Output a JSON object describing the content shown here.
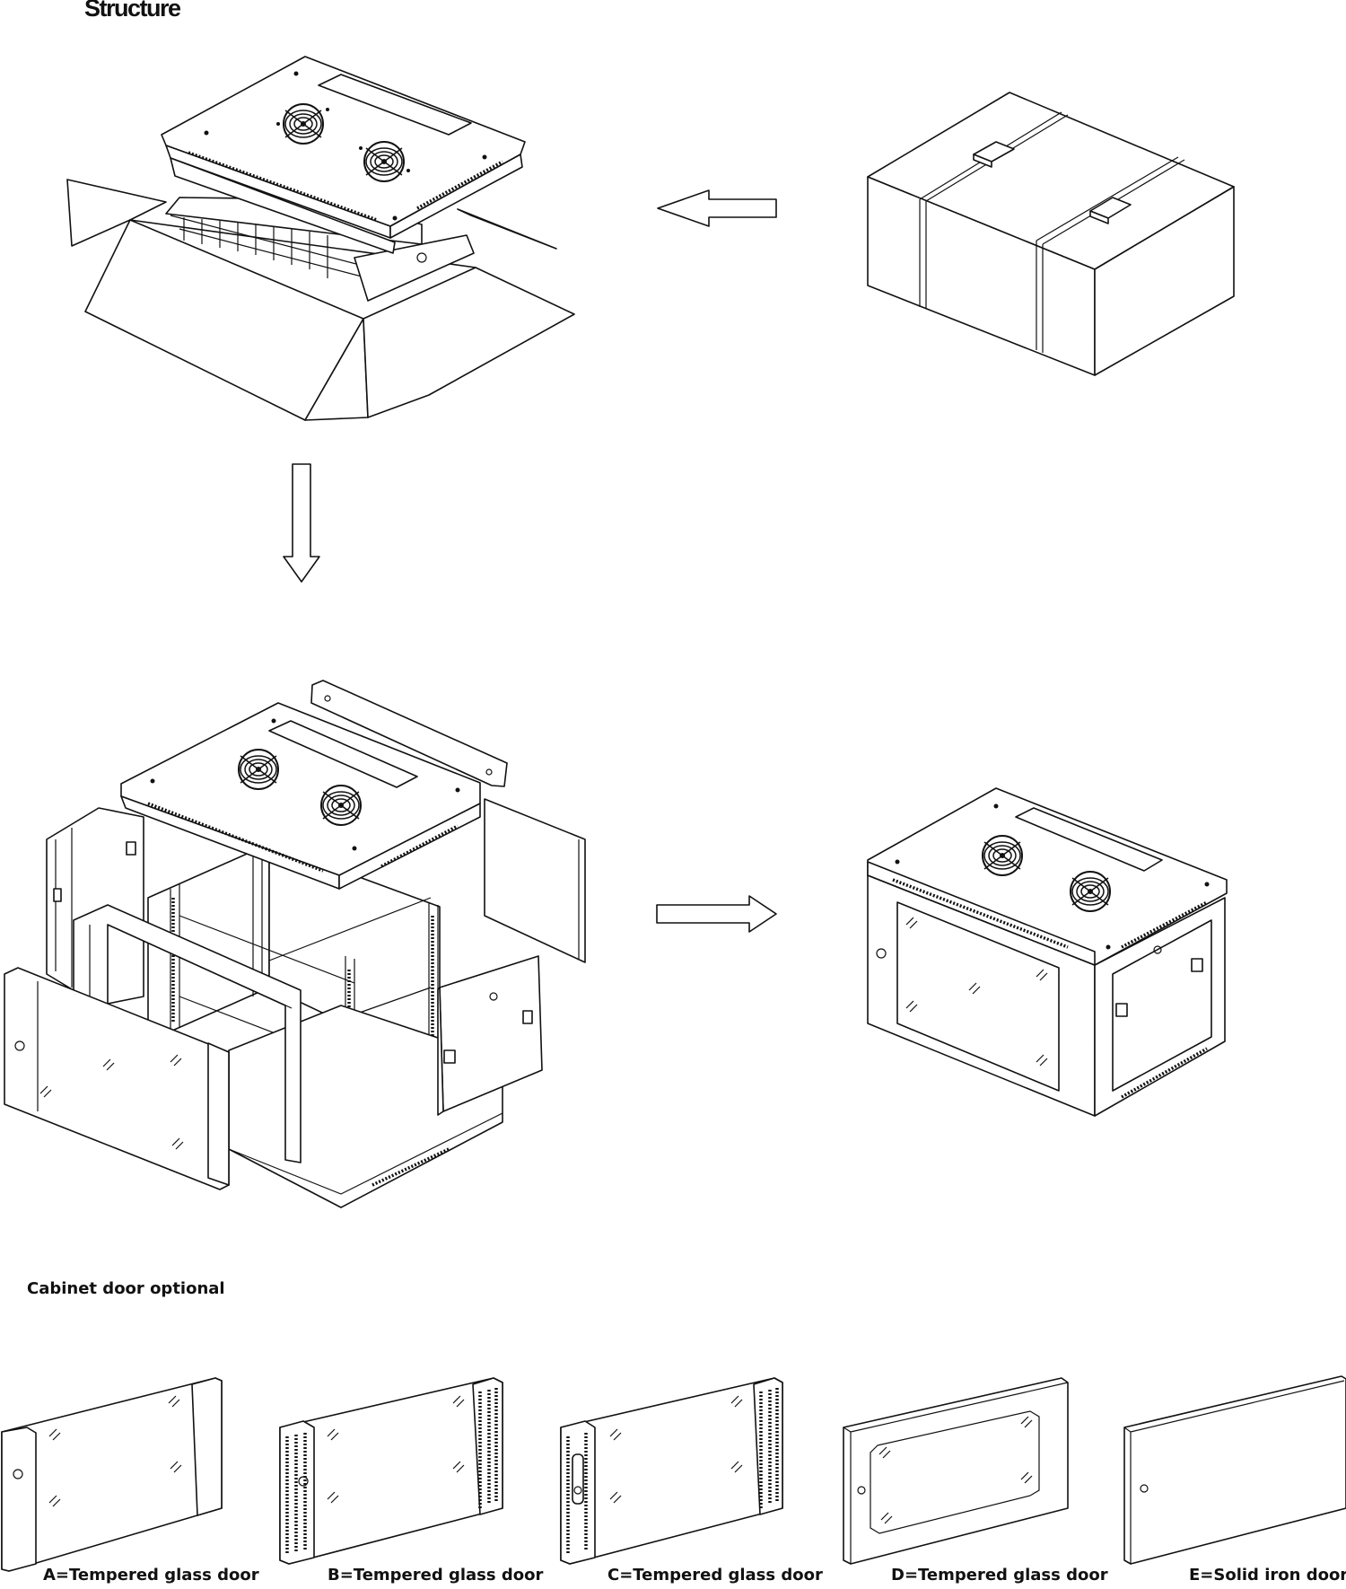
{
  "header": {
    "title": "Structure"
  },
  "doors_section": {
    "heading": "Cabinet door optional",
    "options": [
      {
        "caption": "A=Tempered glass door"
      },
      {
        "caption": "B=Tempered glass door"
      },
      {
        "caption": "C=Tempered glass door"
      },
      {
        "caption": "D=Tempered glass door"
      },
      {
        "caption": "E=Solid iron door"
      }
    ]
  },
  "icons": [
    "open-box-icon",
    "closed-box-icon",
    "arrow-left-icon",
    "arrow-down-icon",
    "arrow-right-icon",
    "exploded-cabinet-icon",
    "assembled-cabinet-icon",
    "fan-icon",
    "door-icon"
  ],
  "colors": {
    "line": "#111111",
    "background": "#ffffff"
  }
}
